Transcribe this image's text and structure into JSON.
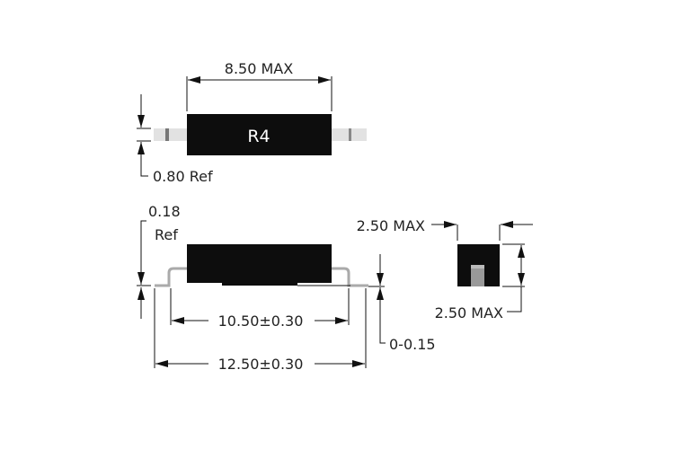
{
  "top_view": {
    "body_marking": "R4",
    "length_label": "8.50 MAX",
    "lead_thickness_label": "0.80 Ref"
  },
  "side_view": {
    "lead_thickness_label_line1": "0.18",
    "lead_thickness_label_line2": "Ref",
    "inner_length_label": "10.50±0.30",
    "overall_length_label": "12.50±0.30",
    "standoff_label": "0-0.15"
  },
  "end_view": {
    "width_label": "2.50 MAX",
    "height_label": "2.50 MAX"
  },
  "colors": {
    "body": "#0d0d0d",
    "lead": "#aaaaaa",
    "line": "#111111"
  }
}
